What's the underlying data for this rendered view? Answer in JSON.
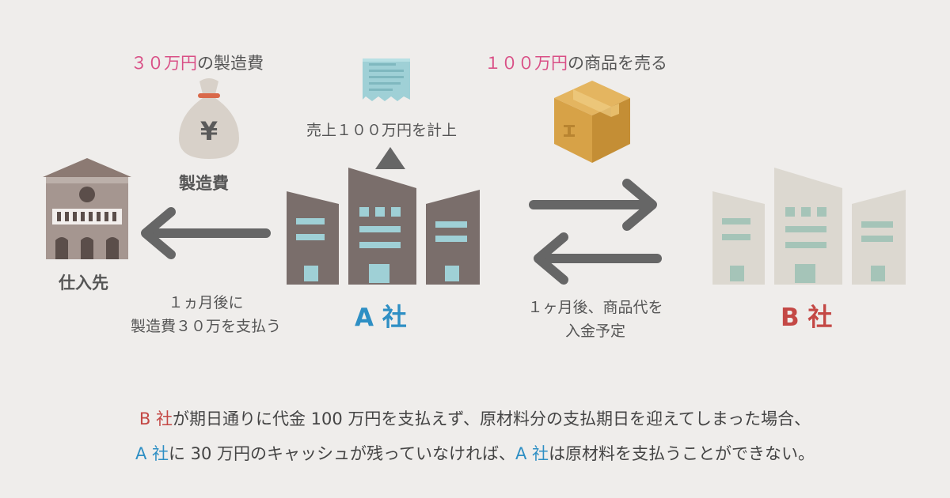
{
  "top": {
    "cost_amount": "３０万円",
    "cost_suffix": "の製造費",
    "sale_amount": "１００万円",
    "sale_suffix": "の商品を売る",
    "revenue_note": "売上１００万円を計上"
  },
  "nodes": {
    "supplier": "仕入先",
    "moneybag": "製造費",
    "company_a": "A 社",
    "company_b": "B 社"
  },
  "flows": {
    "pay_line1": "１ヵ月後に",
    "pay_line2": "製造費３０万を支払う",
    "receive_line1": "１ヶ月後、商品代を",
    "receive_line2": "入金予定"
  },
  "footer": {
    "line1_b": "B 社",
    "line1_rest": "が期日通りに代金 100 万円を支払えず、原材料分の支払期日を迎えてしまった場合、",
    "line2_a1": "A 社",
    "line2_mid": "に 30 万円のキャッシュが残っていなければ、",
    "line2_a2": "A 社",
    "line2_rest": "は原材料を支払うことができない。"
  },
  "colors": {
    "accent_pink": "#d94f86",
    "company_a": "#2e8fc4",
    "company_b": "#c44845",
    "arrow": "#666666",
    "background": "#efedeb"
  },
  "icons": [
    "yen-moneybag-icon",
    "receipt-icon",
    "cardboard-box-icon",
    "bank-building-icon",
    "company-a-buildings-icon",
    "company-b-buildings-icon"
  ]
}
